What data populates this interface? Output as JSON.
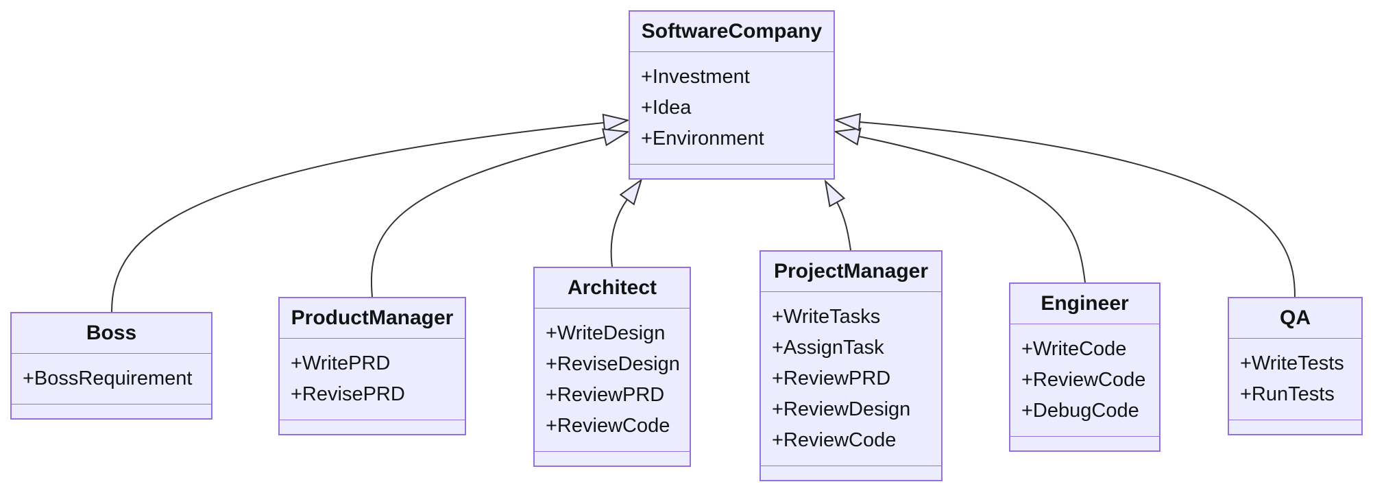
{
  "diagram": {
    "type": "uml-class-diagram",
    "parent_class": "SoftwareCompany"
  },
  "colors": {
    "node_fill": "#ECECFF",
    "node_border": "#9370DB",
    "edge_line": "#333333",
    "text": "#131313",
    "background": "#FFFFFF"
  },
  "classes": [
    {
      "name": "SoftwareCompany",
      "attributes": [
        "+Investment",
        "+Idea",
        "+Environment"
      ],
      "methods": []
    },
    {
      "name": "Boss",
      "attributes": [
        "+BossRequirement"
      ],
      "methods": []
    },
    {
      "name": "ProductManager",
      "attributes": [
        "+WritePRD",
        "+RevisePRD"
      ],
      "methods": []
    },
    {
      "name": "Architect",
      "attributes": [
        "+WriteDesign",
        "+ReviseDesign",
        "+ReviewPRD",
        "+ReviewCode"
      ],
      "methods": []
    },
    {
      "name": "ProjectManager",
      "attributes": [
        "+WriteTasks",
        "+AssignTask",
        "+ReviewPRD",
        "+ReviewDesign",
        "+ReviewCode"
      ],
      "methods": []
    },
    {
      "name": "Engineer",
      "attributes": [
        "+WriteCode",
        "+ReviewCode",
        "+DebugCode"
      ],
      "methods": []
    },
    {
      "name": "QA",
      "attributes": [
        "+WriteTests",
        "+RunTests"
      ],
      "methods": []
    }
  ],
  "relationships": [
    {
      "from": "Boss",
      "to": "SoftwareCompany",
      "type": "inheritance"
    },
    {
      "from": "ProductManager",
      "to": "SoftwareCompany",
      "type": "inheritance"
    },
    {
      "from": "Architect",
      "to": "SoftwareCompany",
      "type": "inheritance"
    },
    {
      "from": "ProjectManager",
      "to": "SoftwareCompany",
      "type": "inheritance"
    },
    {
      "from": "Engineer",
      "to": "SoftwareCompany",
      "type": "inheritance"
    },
    {
      "from": "QA",
      "to": "SoftwareCompany",
      "type": "inheritance"
    }
  ]
}
